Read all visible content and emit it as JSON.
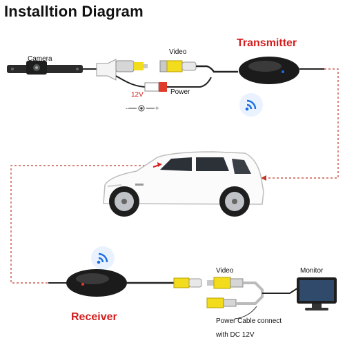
{
  "title": "Installtion Diagram",
  "labels": {
    "camera": "Camera",
    "video_top": "Video",
    "power": "Power",
    "volt": "12V",
    "transmitter": "Transmitter",
    "receiver": "Receiver",
    "video_bottom": "Video",
    "monitor": "Monitor",
    "power_note_line1": "Power Cable connect",
    "power_note_line2": "with DC 12V"
  },
  "colors": {
    "accent_red": "#d51e1e",
    "connector_yellow": "#f2dc1c",
    "wifi_blue": "#1a6fe0",
    "dashed_line": "#c0392b",
    "device_black": "#1b1b1b"
  },
  "icons": {
    "wifi_top": "wifi-icon",
    "wifi_bottom": "wifi-icon",
    "polarity": "dc-polarity-icon"
  }
}
